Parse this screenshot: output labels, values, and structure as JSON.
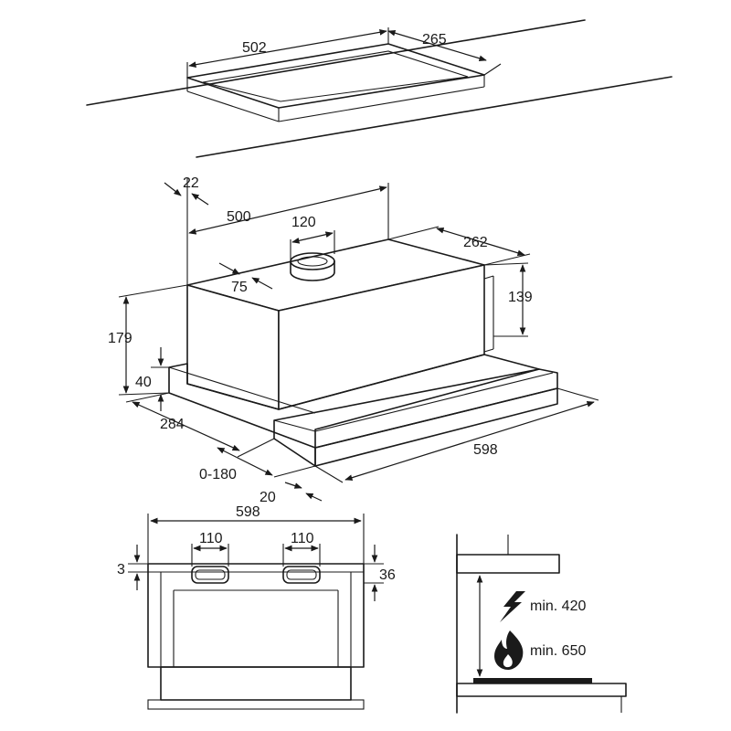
{
  "colors": {
    "line": "#1a1a1a",
    "background": "#ffffff"
  },
  "cutout": {
    "width": "502",
    "depth": "265"
  },
  "hood": {
    "offset_top": "22",
    "spacing": "500",
    "outlet": "120",
    "outlet_offset": "75",
    "depth_top": "262",
    "body_height": "139",
    "total_height": "179",
    "slider_height": "40",
    "depth_bottom": "284",
    "extension": "0-180",
    "front_edge": "20",
    "width": "598"
  },
  "front_view": {
    "width": "598",
    "opening_left": "110",
    "opening_right": "110",
    "top_left": "3",
    "top_right": "36"
  },
  "clearance": {
    "electric": "min. 420",
    "gas": "min. 650",
    "electric_icon": "lightning-icon",
    "gas_icon": "flame-icon"
  }
}
